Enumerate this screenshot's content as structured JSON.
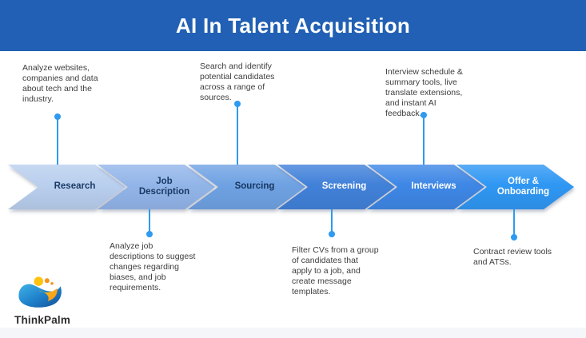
{
  "header": {
    "title": "AI In Talent Acquisition"
  },
  "colors": {
    "banner": "#2160B4",
    "connector": "#2E9AF0",
    "annotation_text": "#3d3d3d",
    "footer_strip": "#f4f6fa"
  },
  "stages": [
    {
      "label": "Research",
      "fill": "#B9CFEE",
      "label_color": "#1A3A66"
    },
    {
      "label": "Job\nDescription",
      "fill": "#92B5E9",
      "label_color": "#1A3A66"
    },
    {
      "label": "Sourcing",
      "fill": "#6FA2E3",
      "label_color": "#16355E"
    },
    {
      "label": "Screening",
      "fill": "#4181D9",
      "label_color": "#FFFFFF"
    },
    {
      "label": "Interviews",
      "fill": "#3E87E6",
      "label_color": "#FFFFFF"
    },
    {
      "label": "Offer &\nOnboarding",
      "fill": "#2F97F3",
      "label_color": "#FFFFFF"
    }
  ],
  "annotations_top": [
    {
      "stage": "Research",
      "text": "Analyze websites,\ncompanies and data\nabout tech and the\nindustry."
    },
    {
      "stage": "Sourcing",
      "text": "Search and identify\npotential candidates\nacross a range of\nsources."
    },
    {
      "stage": "Interviews",
      "text": "Interview schedule &\nsummary tools, live\ntranslate extensions,\nand instant AI\nfeedback."
    }
  ],
  "annotations_bottom": [
    {
      "stage": "Job Description",
      "text": "Analyze job\ndescriptions to suggest\nchanges regarding\nbiases, and job\nrequirements."
    },
    {
      "stage": "Screening",
      "text": "Filter CVs from a group\nof candidates that\napply to a job, and\ncreate message\ntemplates."
    },
    {
      "stage": "Offer & Onboarding",
      "text": "Contract review tools\nand ATSs."
    }
  ],
  "logo": {
    "brand": "ThinkPalm"
  }
}
